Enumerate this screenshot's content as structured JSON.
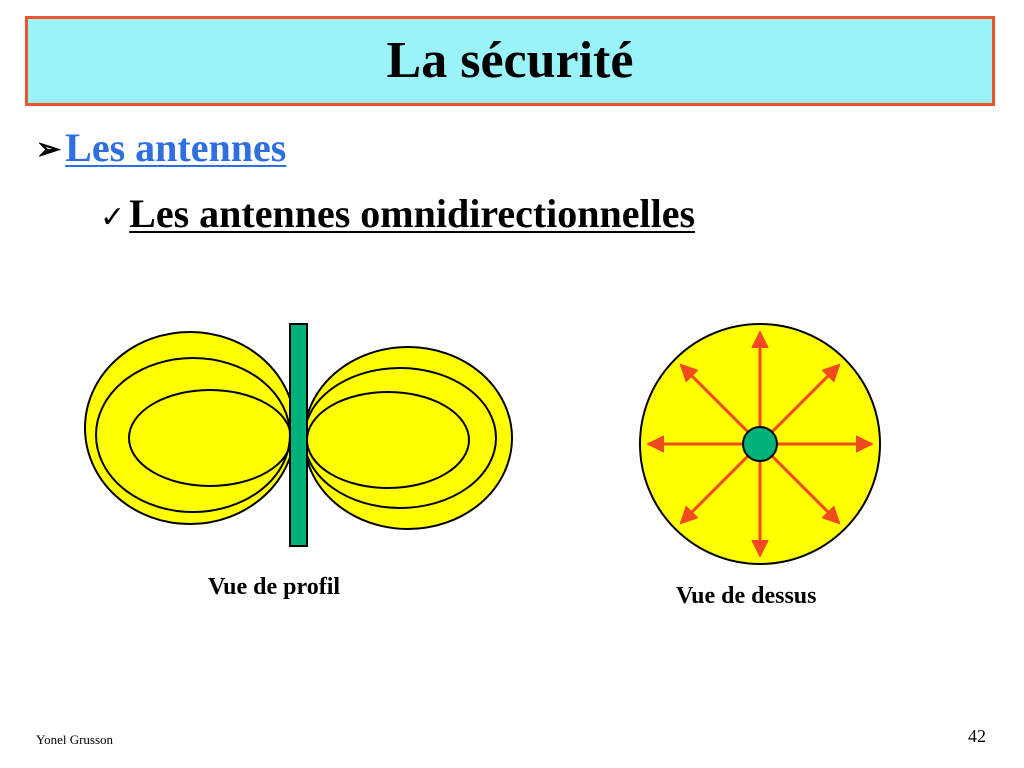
{
  "slide": {
    "title": "La sécurité",
    "bullet_level1": {
      "marker": "➢",
      "text": "Les antennes"
    },
    "bullet_level2": {
      "marker": "✓",
      "text": "Les antennes omnidirectionnelles"
    },
    "captions": {
      "profile_view": "Vue de profil",
      "top_view": "Vue de dessus"
    },
    "footer": {
      "author": "Yonel Grusson",
      "page_number": "42"
    }
  },
  "colors": {
    "title_background": "#99f3f8",
    "title_border": "#f0542c",
    "bullet_link": "#2f6fe0",
    "radiation_fill": "#ffff00",
    "antenna": "#00b27a",
    "arrows": "#f04a1e"
  },
  "diagram": {
    "top_view_arrow_count": 8
  }
}
